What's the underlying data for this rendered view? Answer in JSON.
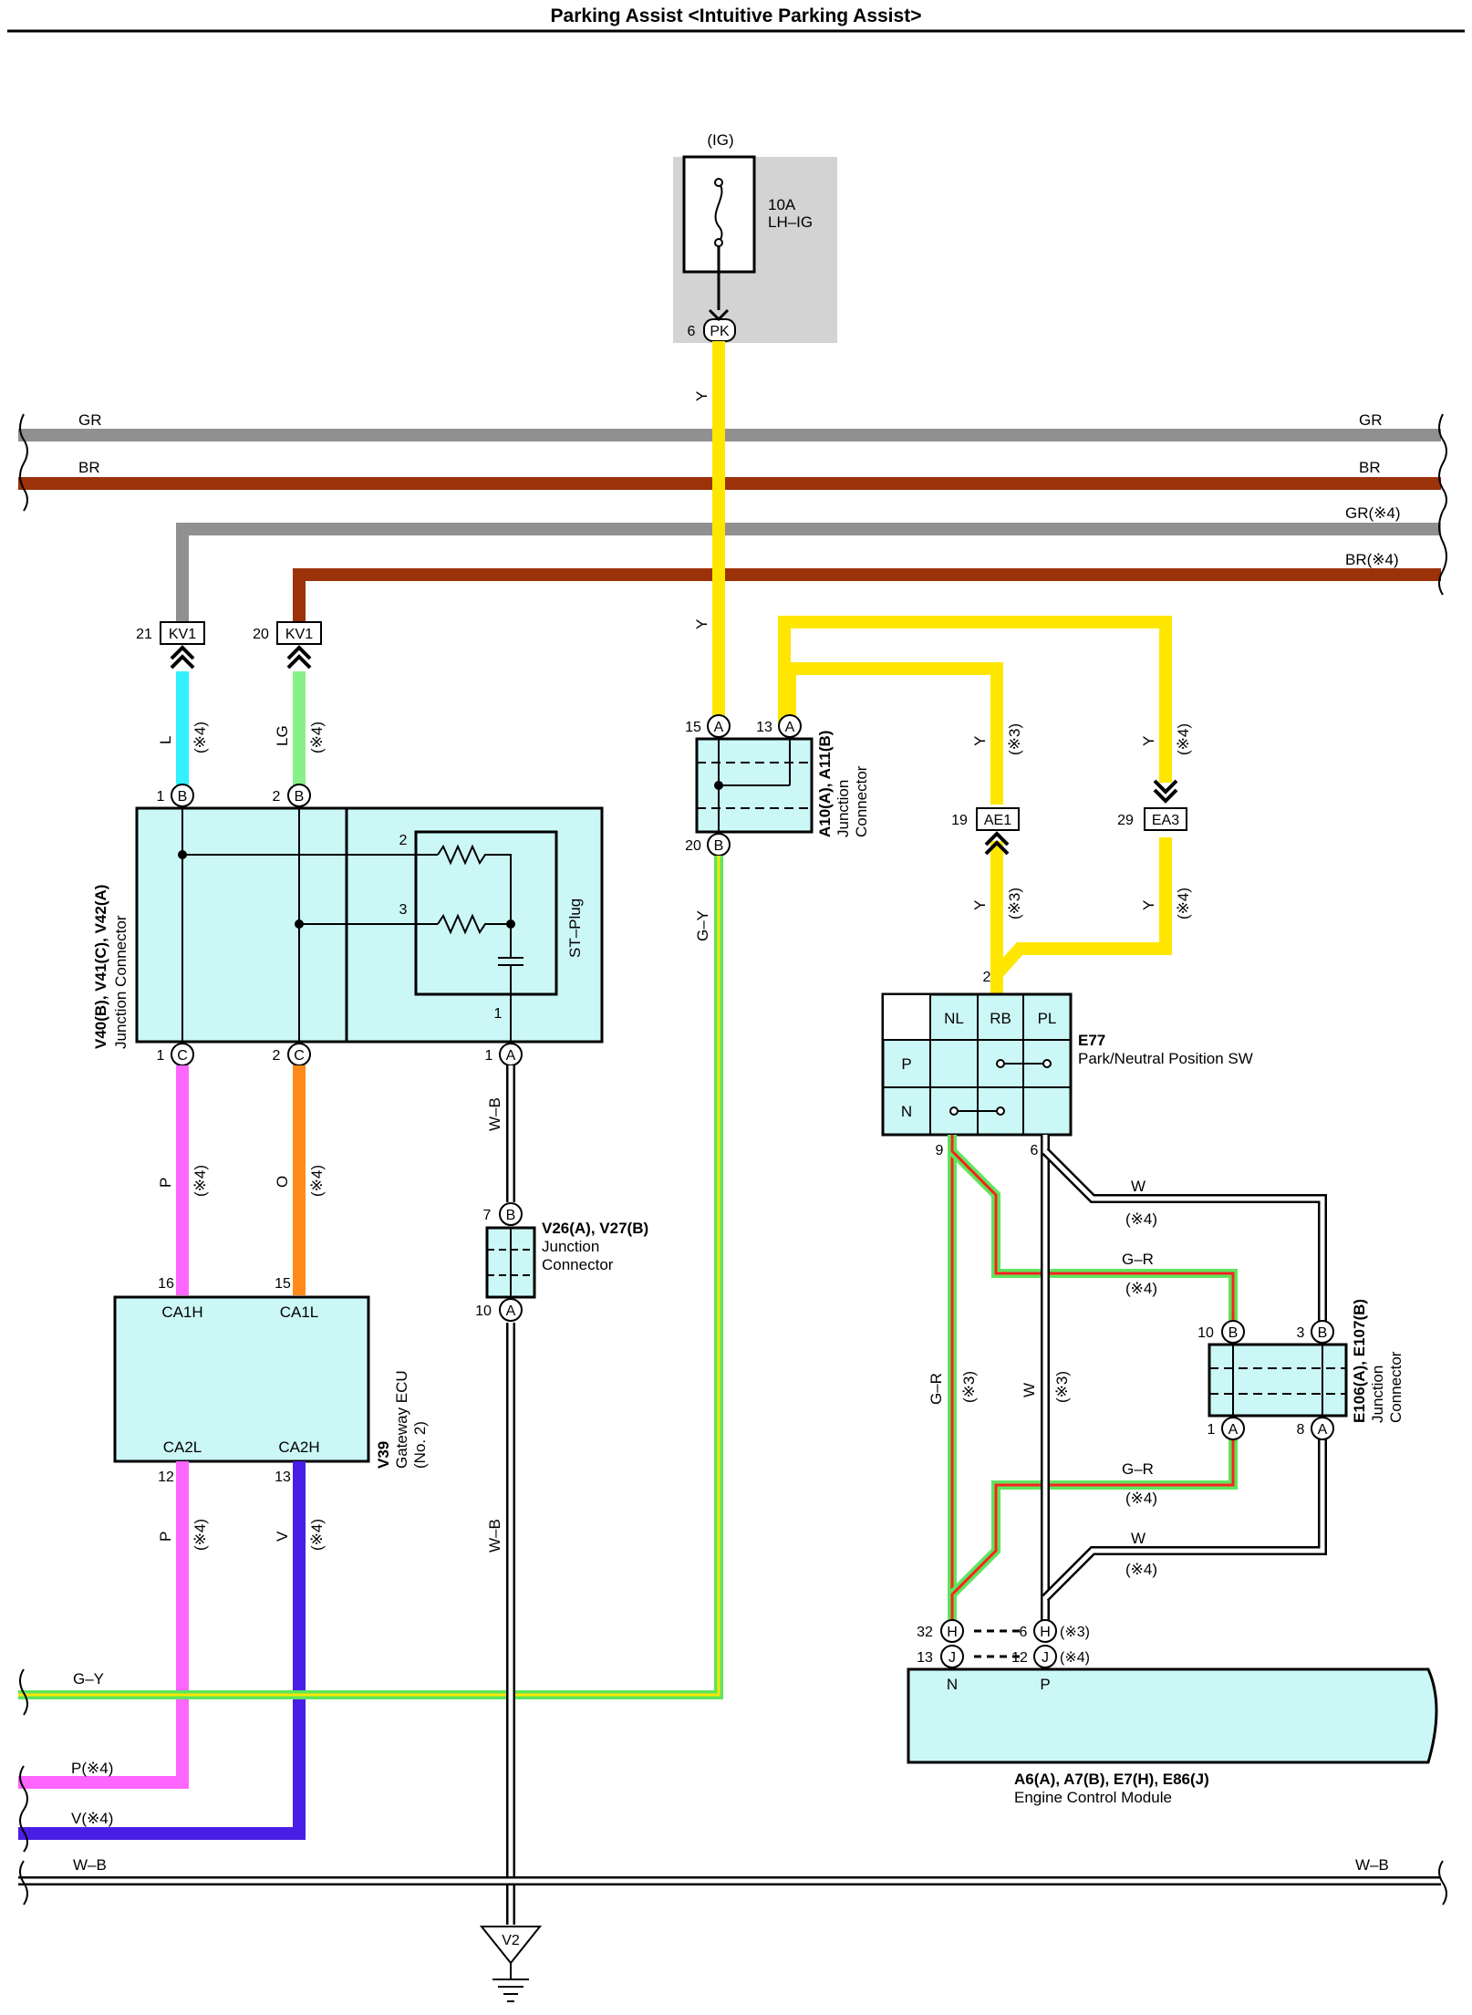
{
  "title": "Parking Assist <Intuitive Parking Assist>",
  "colors": {
    "gray": "#909090",
    "brown": "#9b3209",
    "yellow": "#ffe600",
    "cyan": "#33f0ff",
    "light_green": "#88f088",
    "pink": "#ff66ff",
    "orange": "#ff8a1a",
    "violet": "#4b1ee6",
    "green": "#5ce65c",
    "red": "#ff2020",
    "fuse_box": "#d3d3d3",
    "component": "#ccf7f7"
  },
  "fuse": {
    "circuit": "(IG)",
    "rating": "10A",
    "name": "LH–IG",
    "pin": "6",
    "connector": "PK"
  },
  "wires": {
    "y": "Y",
    "gr": "GR",
    "br": "BR",
    "gr4": "GR(※4)",
    "br4": "BR(※4)",
    "l": "L",
    "lg": "LG",
    "p": "P",
    "o": "O",
    "v": "V",
    "gy": "G–Y",
    "wb": "W–B",
    "w": "W",
    "gr_wire": "G–R",
    "p4": "P(※4)",
    "v4": "V(※4)",
    "note3": "(※3)",
    "note4": "(※4)"
  },
  "connectors": {
    "kv1": {
      "name": "KV1",
      "pin_left": "21",
      "pin_right": "20"
    },
    "ae1": {
      "name": "AE1",
      "pin": "19"
    },
    "ea3": {
      "name": "EA3",
      "pin": "29"
    }
  },
  "junction_v40": {
    "title": "V40(B), V41(C), V42(A)",
    "subtitle": "Junction Connector",
    "plug": "ST–Plug",
    "pins": {
      "p1": "1",
      "p2": "2",
      "p3": "3",
      "b": "B",
      "c": "C",
      "a": "A"
    }
  },
  "junction_a10": {
    "title": "A10(A), A11(B)",
    "subtitle1": "Junction",
    "subtitle2": "Connector",
    "pins": {
      "p15": "15",
      "p13": "13",
      "p20": "20",
      "a": "A",
      "b": "B"
    }
  },
  "gateway": {
    "code": "V39",
    "name1": "Gateway ECU",
    "name2": "(No. 2)",
    "terminals": {
      "ca1h": "CA1H",
      "ca1l": "CA1L",
      "ca2l": "CA2L",
      "ca2h": "CA2H"
    },
    "pins": {
      "p16": "16",
      "p15": "15",
      "p12": "12",
      "p13": "13"
    }
  },
  "junction_v26": {
    "title": "V26(A), V27(B)",
    "subtitle1": "Junction",
    "subtitle2": "Connector",
    "pins": {
      "p7": "7",
      "p10": "10",
      "b": "B",
      "a": "A"
    }
  },
  "ground": {
    "name": "V2"
  },
  "park_sw": {
    "code": "E77",
    "name": "Park/Neutral Position SW",
    "cols": [
      "NL",
      "RB",
      "PL"
    ],
    "rows": [
      "P",
      "N"
    ],
    "pins": {
      "p2": "2",
      "p9": "9",
      "p6": "6"
    }
  },
  "junction_e106": {
    "title": "E106(A), E107(B)",
    "subtitle1": "Junction",
    "subtitle2": "Connector",
    "pins": {
      "p10": "10",
      "p3": "3",
      "p1": "1",
      "p8": "8",
      "b": "B",
      "a": "A"
    }
  },
  "ecm": {
    "title": "A6(A), A7(B), E7(H), E86(J)",
    "subtitle": "Engine Control Module",
    "pins": {
      "p32": "32",
      "p6": "6",
      "p13": "13",
      "p12": "12",
      "h": "H",
      "j": "J",
      "n": "N",
      "p": "P",
      "note3": "(※3)",
      "note4": "(※4)"
    }
  }
}
